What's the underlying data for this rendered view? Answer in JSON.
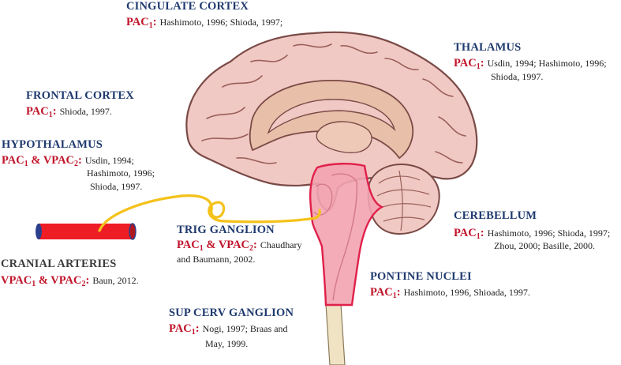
{
  "colors": {
    "title_blue": "#1f3a6e",
    "title_gray": "#3c3c3c",
    "receptor_red": "#c0142a",
    "brain_fill": "#f1c9c4",
    "brain_outline": "#7a4a46",
    "highlight_fill": "#f2a3b0",
    "highlight_outline": "#e0204a",
    "nerve_yellow": "#f4c21b",
    "artery_red": "#ee1c25",
    "artery_blue": "#2b3f8c",
    "spinal_cord": "#efe3c4"
  },
  "regions": {
    "cingulate": {
      "title": "CINGULATE CORTEX",
      "r1": "PAC",
      "s1": "1",
      "colon": ":",
      "refs": [
        "Hashimoto, 1996; Shioda, 1997;"
      ]
    },
    "thalamus": {
      "title": "THALAMUS",
      "r1": "PAC",
      "s1": "1",
      "colon": ":",
      "refs": [
        "Usdin, 1994; Hashimoto, 1996;",
        "Shioda, 1997."
      ]
    },
    "frontal": {
      "title": "FRONTAL CORTEX",
      "r1": "PAC",
      "s1": "1",
      "colon": ":",
      "refs": [
        "Shioda, 1997."
      ]
    },
    "hypothalamus": {
      "title": "HYPOTHALAMUS",
      "r1": "PAC",
      "s1": "1",
      "amp": " & ",
      "r2": "VPAC",
      "s2": "2",
      "colon": ":",
      "refs": [
        "Usdin, 1994;",
        "Hashimoto, 1996;",
        "Shioda, 1997."
      ]
    },
    "trig": {
      "title": "TRIG GANGLION",
      "r1": "PAC",
      "s1": "1",
      "amp": " & ",
      "r2": "VPAC",
      "s2": "2",
      "colon": ":",
      "refs": [
        "Chaudhary",
        "and Baumann, 2002."
      ]
    },
    "cerebellum": {
      "title": "CEREBELLUM",
      "r1": "PAC",
      "s1": "1",
      "colon": ":",
      "refs": [
        "Hashimoto, 1996; Shioda, 1997;",
        "Zhou, 2000; Basille, 2000."
      ]
    },
    "cranial": {
      "title": "CRANIAL ARTERIES",
      "r1": "VPAC",
      "s1": "1",
      "amp": " & ",
      "r2": "VPAC",
      "s2": "2",
      "colon": ":",
      "refs": [
        "Baun, 2012."
      ]
    },
    "pontine": {
      "title": "PONTINE NUCLEI",
      "r1": "PAC",
      "s1": "1",
      "colon": ":",
      "refs": [
        "Hashimoto, 1996, Shioada, 1997."
      ]
    },
    "supcerv": {
      "title": "SUP CERV GANGLION",
      "r1": "PAC",
      "s1": "1",
      "colon": ":",
      "refs": [
        "Nogi, 1997; Braas and",
        "May, 1999."
      ]
    }
  }
}
